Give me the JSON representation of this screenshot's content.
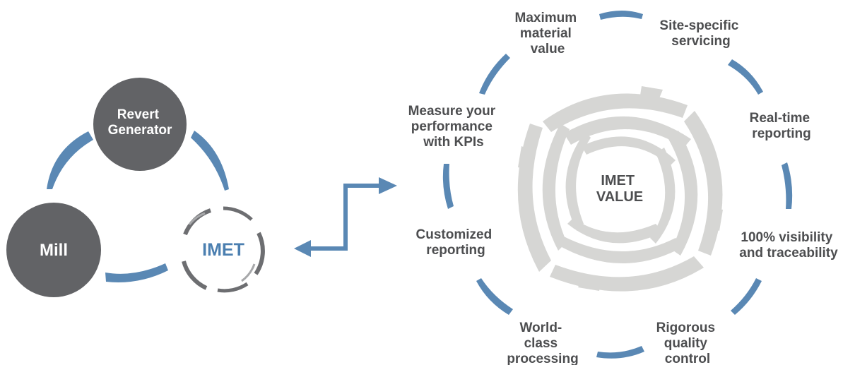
{
  "colors": {
    "circle_fill": "#626366",
    "arrow_blue": "#5a88b4",
    "text_dark": "#4d4e50",
    "swirl_gray": "#d6d6d4",
    "imet_ring": "#6d6e71",
    "imet_text": "#4b7fb0"
  },
  "left_cycle": {
    "revert_generator": [
      "Revert",
      "Generator"
    ],
    "mill": "Mill",
    "imet": "IMET"
  },
  "center_value": [
    "IMET",
    "VALUE"
  ],
  "value_cycle": [
    {
      "key": "maximum_material_value",
      "lines": [
        "Maximum",
        "material",
        "value"
      ]
    },
    {
      "key": "site_specific_servicing",
      "lines": [
        "Site-specific",
        "servicing"
      ]
    },
    {
      "key": "real_time_reporting",
      "lines": [
        "Real-time",
        "reporting"
      ]
    },
    {
      "key": "visibility_traceability",
      "lines": [
        "100% visibility",
        "and traceability"
      ]
    },
    {
      "key": "rigorous_quality_control",
      "lines": [
        "Rigorous",
        "quality",
        "control"
      ]
    },
    {
      "key": "world_class_processing",
      "lines": [
        "World-",
        "class",
        "processing"
      ]
    },
    {
      "key": "customized_reporting",
      "lines": [
        "Customized",
        "reporting"
      ]
    },
    {
      "key": "measure_performance",
      "lines": [
        "Measure your",
        "performance",
        "with KPIs"
      ]
    }
  ]
}
